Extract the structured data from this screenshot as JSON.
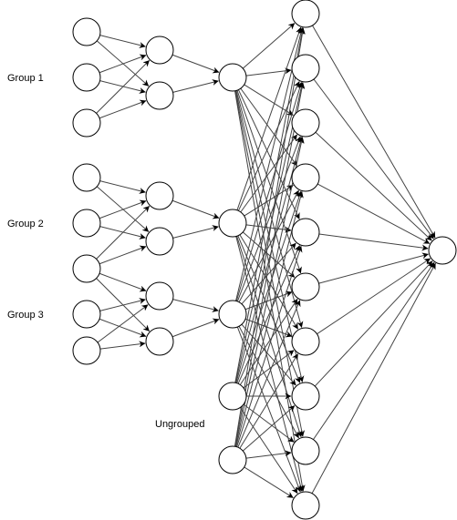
{
  "diagram": {
    "labels": {
      "group_1": "Group 1",
      "group_2": "Group 2",
      "group_3": "Group 3",
      "ungrouped": "Ungrouped"
    },
    "colors": {
      "node_fill": "#ffffff",
      "node_stroke": "#000000",
      "edge": "#444444"
    }
  }
}
